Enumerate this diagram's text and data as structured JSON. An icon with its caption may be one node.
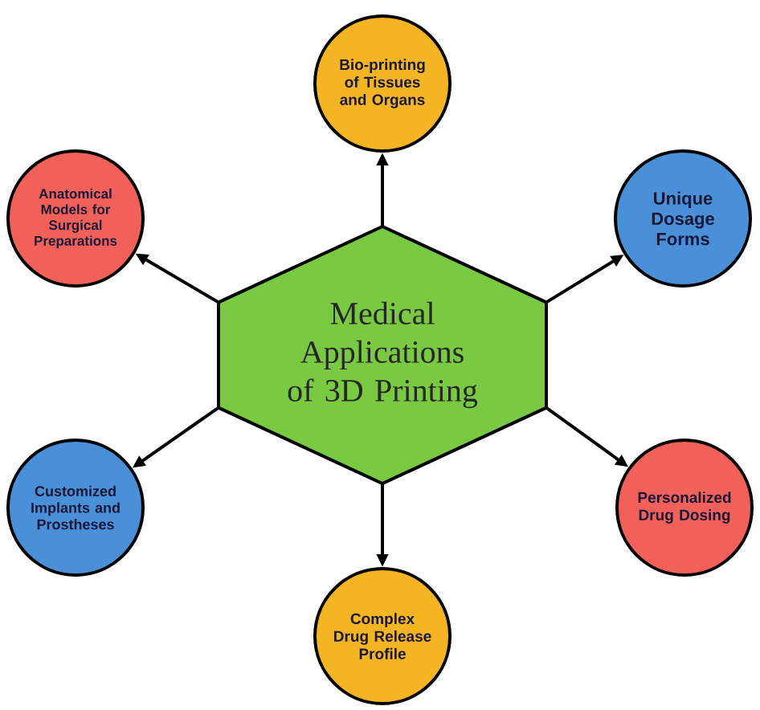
{
  "diagram": {
    "nodes": [
      {
        "text": [
          "Medical Applications of 3D Printing"
        ]
      },
      {
        "text": [
          "Bio-printing of Tissues and Organs"
        ]
      },
      {
        "text": [
          "Anatomical Models for Surgical Preparations"
        ]
      },
      {
        "text": [
          "Unique Dosage Forms"
        ]
      },
      {
        "text": [
          "Customized Implants and Prostheses"
        ]
      },
      {
        "text": [
          "Personalized Drug Dosing"
        ]
      },
      {
        "text": [
          "Complex Drug Release Profile"
        ]
      }
    ],
    "edges": [
      {
        "from": 0,
        "to": 1,
        "arrow": "to"
      },
      {
        "from": 0,
        "to": 2,
        "arrow": "to"
      },
      {
        "from": 0,
        "to": 3,
        "arrow": "to"
      },
      {
        "from": 0,
        "to": 4,
        "arrow": "to"
      },
      {
        "from": 0,
        "to": 5,
        "arrow": "to"
      },
      {
        "from": 0,
        "to": 6,
        "arrow": "to"
      }
    ]
  }
}
